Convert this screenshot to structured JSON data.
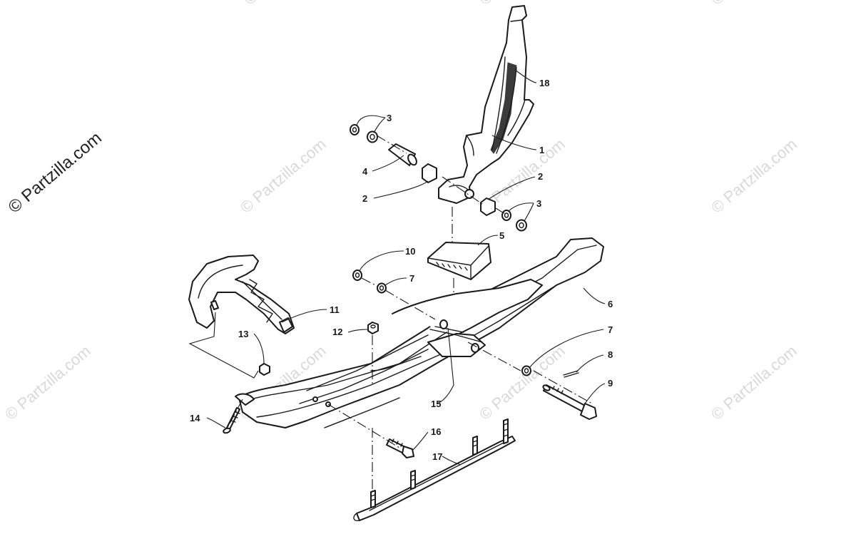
{
  "watermark": {
    "main": "© Partzilla.com",
    "repeat": "© Partzilla.com"
  },
  "callouts": {
    "c1": "1",
    "c2a": "2",
    "c2b": "2",
    "c3a": "3",
    "c3b": "3",
    "c4": "4",
    "c5": "5",
    "c6": "6",
    "c7a": "7",
    "c7b": "7",
    "c8": "8",
    "c9": "9",
    "c10": "10",
    "c11": "11",
    "c12": "12",
    "c13": "13",
    "c14": "14",
    "c15": "15",
    "c16": "16",
    "c17": "17",
    "c18": "18"
  },
  "colors": {
    "line": "#1a1a1a",
    "watermark": "#d9d9d9",
    "background": "#ffffff"
  }
}
